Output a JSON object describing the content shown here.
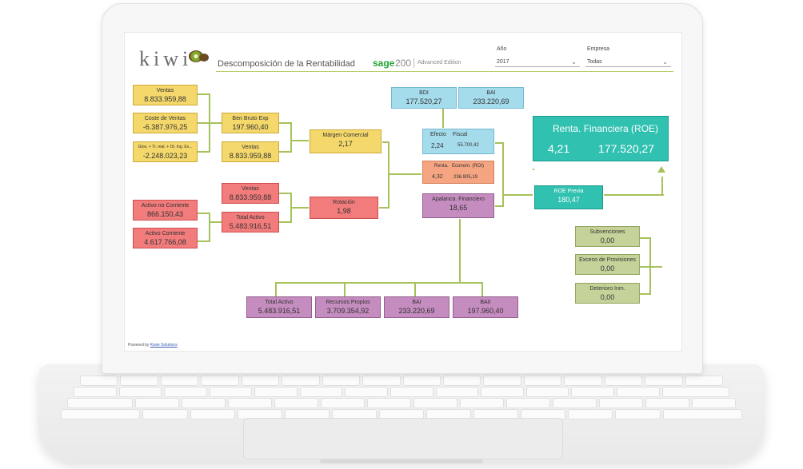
{
  "header": {
    "logo_text": "kiwi",
    "report_title": "Descomposición de la Rentabilidad",
    "sage_brand": "sage",
    "sage_version": "200",
    "sage_edition": "Advanced Edition"
  },
  "filters": {
    "year": {
      "label": "Año",
      "value": "2017"
    },
    "company": {
      "label": "Empresa",
      "value": "Todas"
    }
  },
  "cards": {
    "ventas": {
      "label": "Ventas",
      "value": "8.833.959,88"
    },
    "coste_ventas": {
      "label": "Coste de Ventas",
      "value": "-6.387.976,25"
    },
    "gtos": {
      "label": "Gtos. + Tr. real. + Ot. Ing. Ex...",
      "value": "-2.248.023,23"
    },
    "ben_bruto": {
      "label": "Ben Bruto Exp",
      "value": "197.960,40"
    },
    "ventas2": {
      "label": "Ventas",
      "value": "8.833.959,88"
    },
    "margen": {
      "label": "Márgen Comercial",
      "value": "2,17"
    },
    "ventas3": {
      "label": "Ventas",
      "value": "8.833.959,88"
    },
    "total_activo": {
      "label": "Total Activo",
      "value": "5.483.916,51"
    },
    "rotacion": {
      "label": "Rotación",
      "value": "1,98"
    },
    "activo_no_corriente": {
      "label": "Activo no Corriente",
      "value": "866.150,43"
    },
    "activo_corriente": {
      "label": "Activo Corriente",
      "value": "4.617.766,08"
    },
    "bdi": {
      "label": "BDI",
      "value": "177.520,27"
    },
    "bai": {
      "label": "BAI",
      "value": "233.220,69"
    },
    "efecto": {
      "label": "Efecto",
      "value": "2,24"
    },
    "fiscal": {
      "label": "Fiscal",
      "value": "55.700,42"
    },
    "renta_econom_label": {
      "label": "Renta.",
      "value": "4,32"
    },
    "renta_econom": {
      "label": "Econom. (ROI)",
      "value": "236.905,19"
    },
    "apalanca": {
      "label": "Apalanca. Financiero",
      "value": "18,65"
    },
    "roe": {
      "label": "Renta. Financiera (ROE)",
      "value": "4,21",
      "value2": "177.520,27"
    },
    "roe_previa": {
      "label": "ROE Previa",
      "value": "180,47"
    },
    "subvenciones": {
      "label": "Subvenciones",
      "value": "0,00"
    },
    "exceso_provisiones": {
      "label": "Exceso de Provisiones",
      "value": "0,00"
    },
    "deterioro": {
      "label": "Deterioro Inm.",
      "value": "0,00"
    },
    "b_total_activo": {
      "label": "Total Activo",
      "value": "5.483.916,51"
    },
    "b_recursos_propios": {
      "label": "Recursos Propios",
      "value": "3.709.354,92"
    },
    "b_bai": {
      "label": "BAI",
      "value": "233.220,69"
    },
    "b_baii": {
      "label": "BAII",
      "value": "197.960,40"
    }
  },
  "footer": {
    "prefix": "Powered by",
    "link": "Kiwie Solutions"
  },
  "colors": {
    "yellow": "#f4d86b",
    "red": "#f27b7b",
    "blue": "#a5dcec",
    "orange": "#f5a582",
    "purple": "#c48cbf",
    "green": "#c5d39a",
    "teal": "#30c1b0",
    "connector": "#a6c25a"
  }
}
